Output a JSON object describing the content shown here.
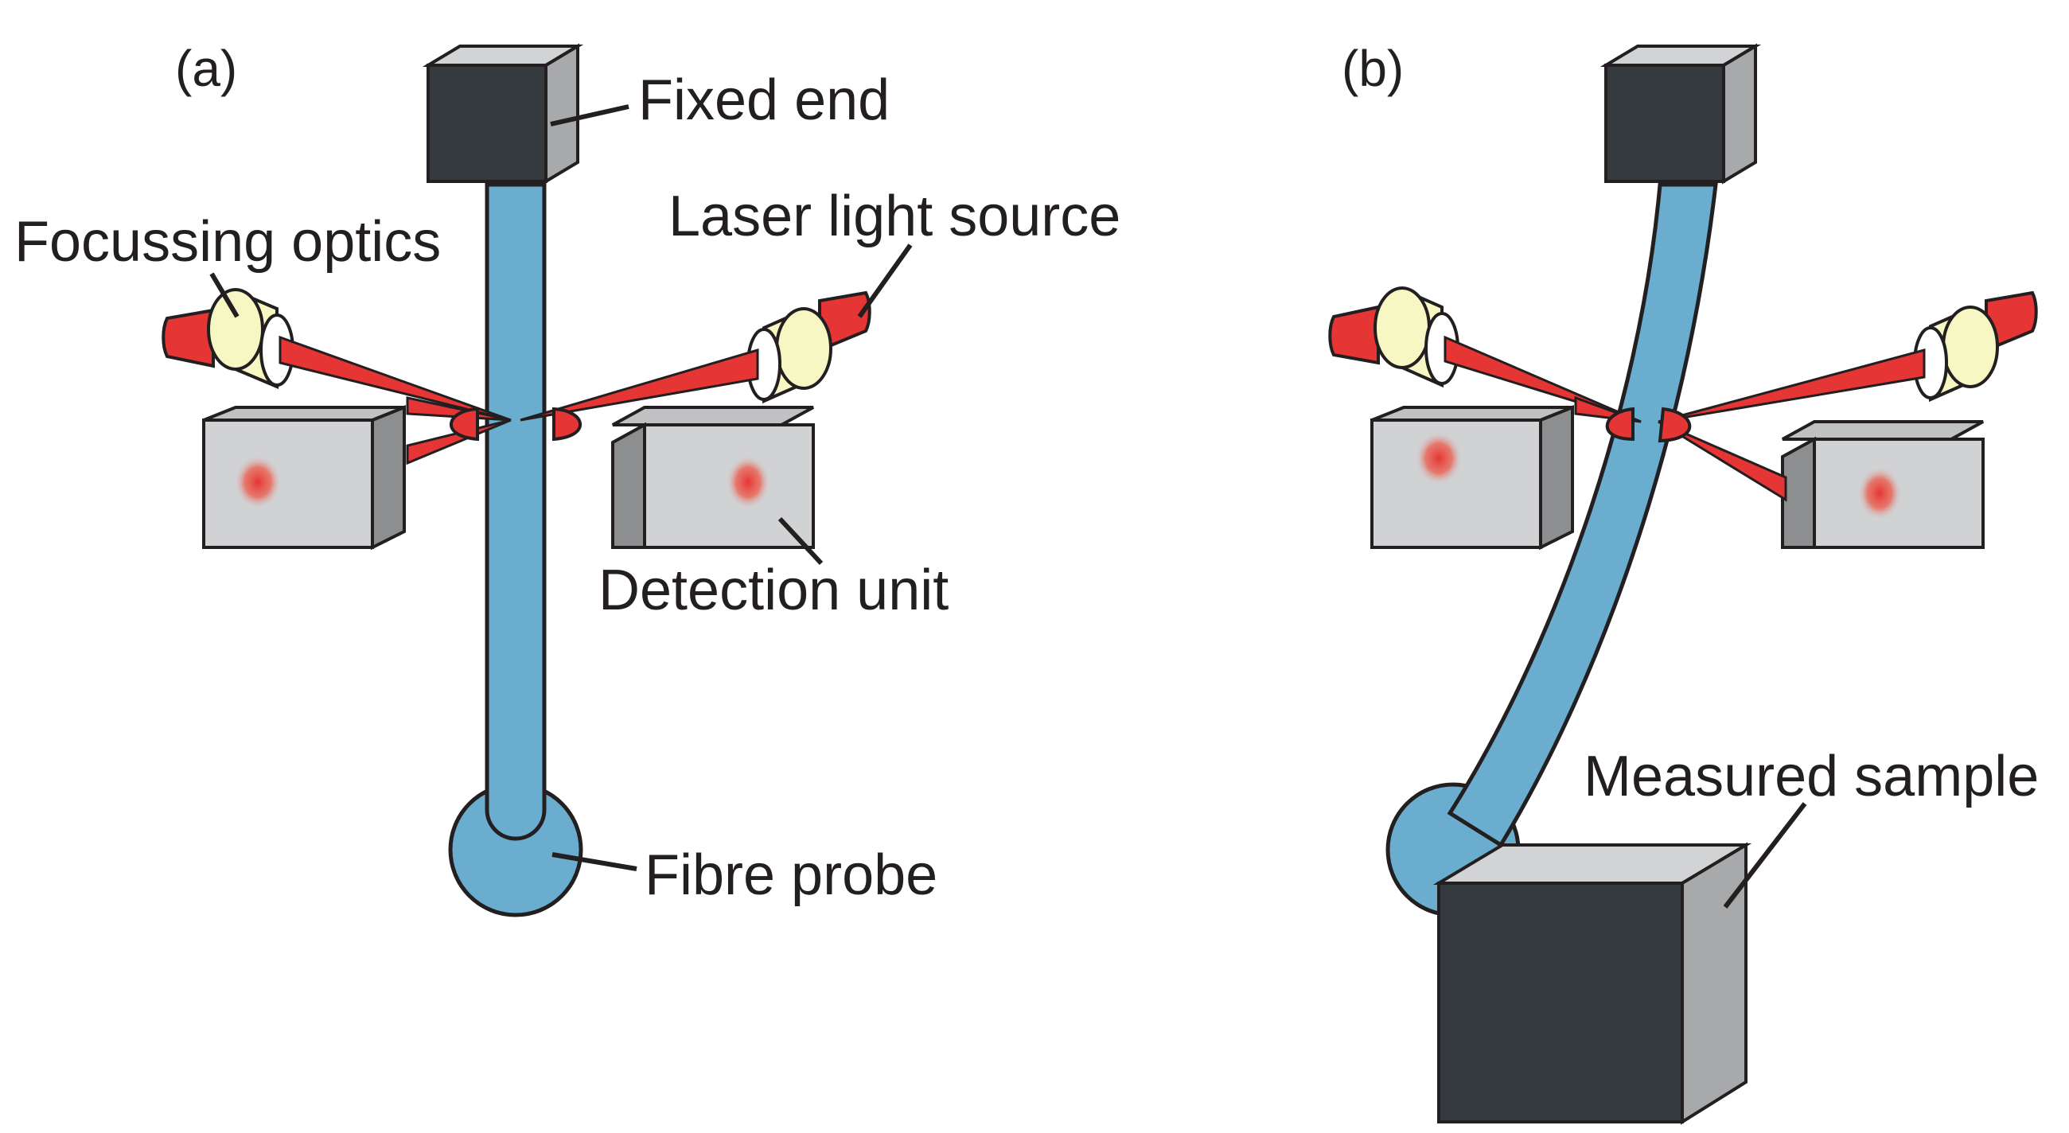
{
  "panels": [
    {
      "id": "a",
      "label": "(a)",
      "fixed_end_label": "Fixed end",
      "focussing_optics_label": "Focussing optics",
      "laser_light_source_label": "Laser light source",
      "detection_unit_label": "Detection unit",
      "fibre_probe_label": "Fibre probe"
    },
    {
      "id": "b",
      "label": "(b)",
      "measured_sample_label": "Measured sample"
    }
  ],
  "colors": {
    "fibre": "#6aadcf",
    "laser": "#e53535",
    "lens": "#f7f7c4",
    "cube_dark": "#353a3e",
    "cube_light": "#a7a9ab",
    "cube_top": "#d2d3d5",
    "detector_front": "#d1d2d4",
    "detector_side": "#8c8e90",
    "detector_top": "#bfc1c3",
    "outline": "#231f20"
  }
}
